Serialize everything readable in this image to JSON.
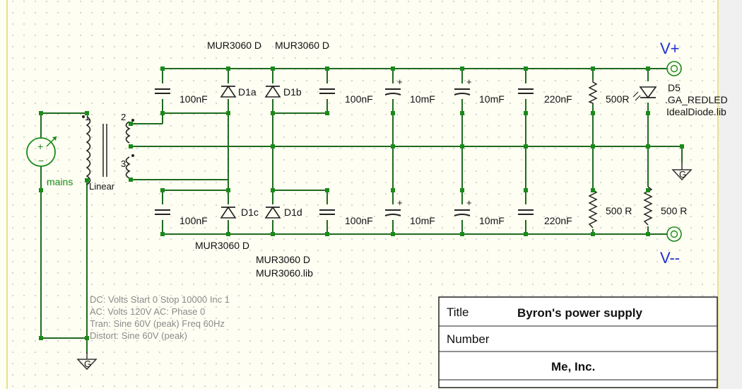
{
  "schematic": {
    "diodes": {
      "top_model_1": "MUR3060  D",
      "top_model_2": "MUR3060  D",
      "bottom_model_1": "MUR3060  D",
      "bottom_model_2": "MUR3060  D",
      "bottom_lib": "MUR3060.lib",
      "d1a": "D1a",
      "d1b": "D1b",
      "d1c": "D1c",
      "d1d": "D1d"
    },
    "capacitors": {
      "top": [
        "100nF",
        "100nF",
        "10mF",
        "10mF",
        "220nF"
      ],
      "bottom": [
        "100nF",
        "100nF",
        "10mF",
        "10mF",
        "220nF"
      ]
    },
    "resistors": {
      "top": "500R",
      "bottom_left": "500 R",
      "bottom_right": "500 R"
    },
    "led": {
      "ref": "D5",
      "model": ".GA_REDLED",
      "lib": "IdealDiode.lib"
    },
    "transformer": {
      "name": "Linear",
      "pin1": "1",
      "pin2": "2",
      "pin3": "3"
    },
    "source": {
      "name": "mains",
      "plus": "+",
      "minus": "−"
    },
    "ground_label": "G",
    "outputs": {
      "pos": "V+",
      "neg": "V--"
    },
    "polarity_plus": "+",
    "source_params": [
      "DC: Volts  Start 0 Stop 10000 Inc 1",
      "AC: Volts  120V  AC: Phase  0",
      "Tran: Sine  60V (peak)  Freq 60Hz",
      "Distort: Sine  60V (peak)"
    ]
  },
  "title_block": {
    "title_label": "Title",
    "title_value": "Byron's power supply",
    "number_label": "Number",
    "company": "Me, Inc."
  },
  "colors": {
    "background": "#fffef2",
    "wire": "#1f6b1f",
    "junction": "#1a8a1a",
    "output_label": "#1f2fd0",
    "grid_dot": "#b8b8b8",
    "page_border": "#e6e28a"
  }
}
